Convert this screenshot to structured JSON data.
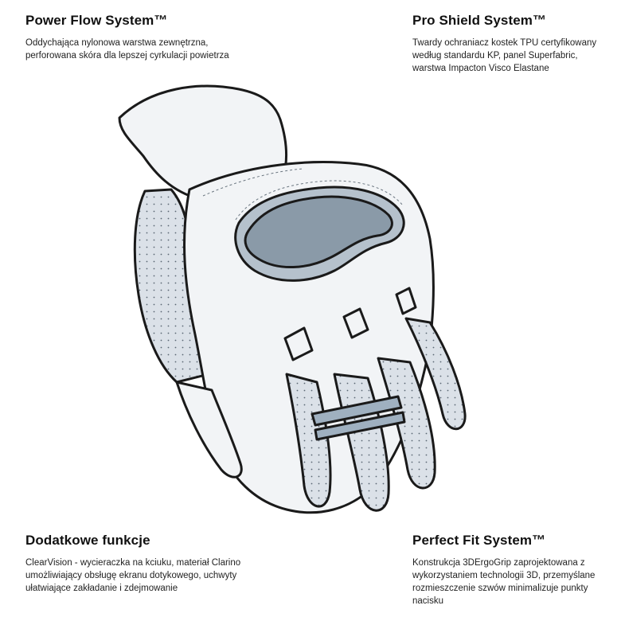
{
  "features": {
    "power_flow": {
      "title": "Power Flow System™",
      "description": "Oddychająca nylonowa warstwa zewnętrzna, perforowana skóra dla lepszej cyrkulacji powietrza"
    },
    "pro_shield": {
      "title": "Pro Shield System™",
      "description": "Twardy ochraniacz kostek TPU certyfikowany według standardu KP, panel Superfabric, warstwa Impacton Visco Elastane"
    },
    "extra": {
      "title": "Dodatkowe funkcje",
      "description": "ClearVision - wycieraczka na kciuku, materiał Clarino umożliwiający obsługę ekranu dotykowego, uchwyty ułatwiające zakładanie i zdejmowanie"
    },
    "perfect_fit": {
      "title": "Perfect Fit System™",
      "description": "Konstrukcja 3DErgoGrip zaprojektowana z wykorzystaniem technologii 3D, przemyślane rozmieszczenie szwów minimalizuje punkty nacisku"
    }
  },
  "illustration": {
    "subject": "glove-icon",
    "colors": {
      "outline": "#1a1a1a",
      "leather": "#f2f4f6",
      "perforated": "#dbe1e8",
      "knuckle_guard": "#8a9aa8",
      "knuckle_base": "#b5c1cc",
      "stripe": "#9fb0c0"
    }
  }
}
